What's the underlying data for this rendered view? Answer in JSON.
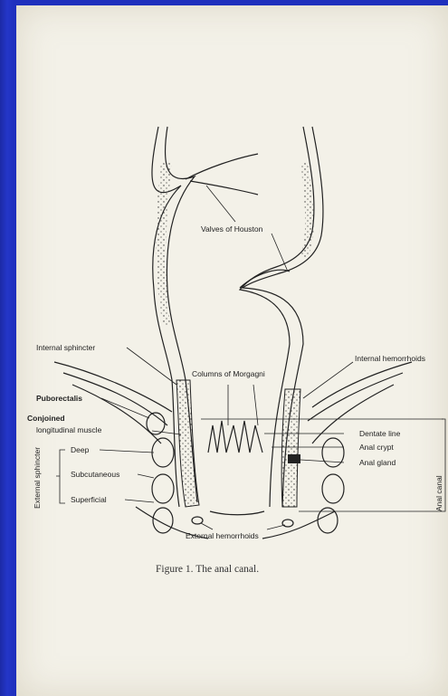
{
  "figure": {
    "caption": "Figure 1. The anal canal.",
    "labels": {
      "valves_of_houston": "Valves of Houston",
      "internal_sphincter": "Internal sphincter",
      "columns_of_morgagni": "Columns of Morgagni",
      "internal_hemorrhoids": "Internal hemorrhoids",
      "puborectalis": "Puborectalis",
      "conjoined": "Conjoined",
      "longitudinal_muscle": "longitudinal muscle",
      "deep": "Deep",
      "subcutaneous": "Subcutaneous",
      "superficial": "Superficial",
      "external_sphincter": "External sphincter",
      "dentate_line": "Dentate line",
      "anal_crypt": "Anal crypt",
      "anal_gland": "Anal gland",
      "anal_canal": "Anal canal",
      "external_hemorrhoids": "External hemorrhoids"
    }
  },
  "colors": {
    "slide_blue": "#1f2fb8",
    "paper": "#f3f1e8",
    "ink": "#222222"
  }
}
